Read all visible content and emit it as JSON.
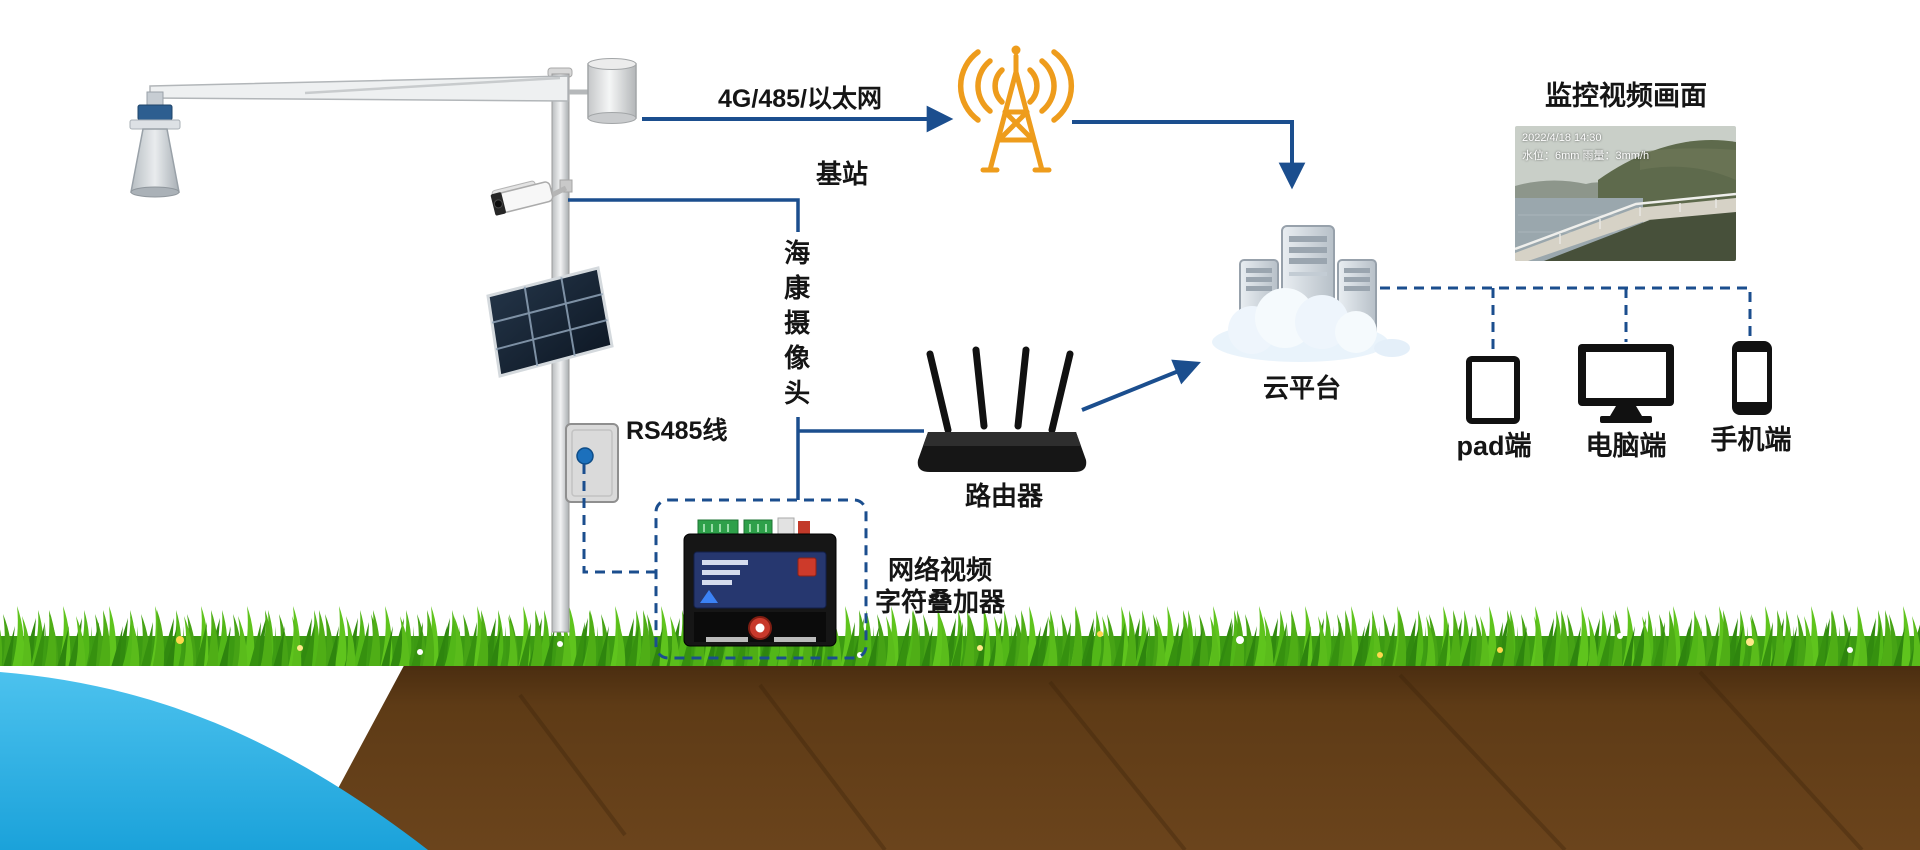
{
  "diagram": {
    "labels": {
      "network_link": "4G/485/以太网",
      "base_station": "基站",
      "camera": "海康摄像头",
      "rs485": "RS485线",
      "router": "路由器",
      "overlay_device_line1": "网络视频",
      "overlay_device_line2": "字符叠加器",
      "cloud": "云平台",
      "video_title": "监控视频画面",
      "pad": "pad端",
      "pc": "电脑端",
      "phone": "手机端"
    },
    "video_overlay": {
      "line1": "2022/4/18 14:30",
      "line2": "水位：6mm 雨量：3mm/h"
    },
    "colors": {
      "connector_blue": "#1b4e8e",
      "tower_orange": "#ee9c1c",
      "grass_green": "#46a315",
      "soil_brown": "#5f3c16",
      "water_blue": "#2eb3e7"
    }
  }
}
